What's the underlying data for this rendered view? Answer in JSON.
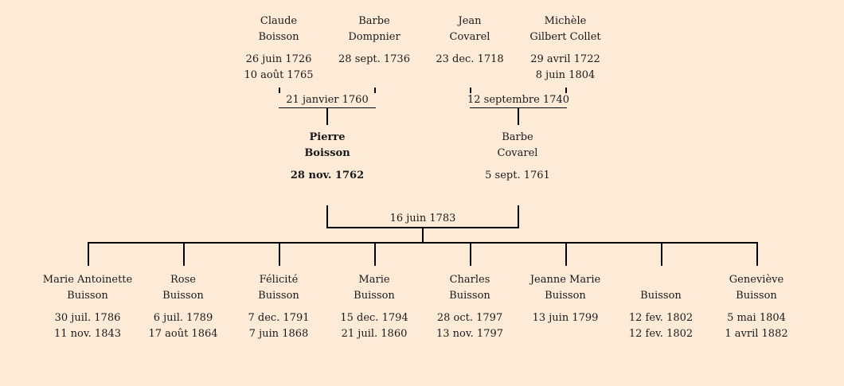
{
  "grandparents": [
    {
      "first": "Claude",
      "last": "Boisson",
      "birth": "26 juin 1726",
      "death": "10 août 1765"
    },
    {
      "first": "Barbe",
      "last": "Dompnier",
      "birth": "28 sept. 1736",
      "death": ""
    },
    {
      "first": "Jean",
      "last": "Covarel",
      "birth": "23 dec. 1718",
      "death": ""
    },
    {
      "first": "Michèle",
      "last": "Gilbert Collet",
      "birth": "29 avril 1722",
      "death": "8 juin 1804"
    }
  ],
  "marriages": {
    "paternal": "21 janvier 1760",
    "maternal": "12 septembre 1740",
    "parents": "16 juin 1783"
  },
  "parents": [
    {
      "first": "Pierre",
      "last": "Boisson",
      "birth": "28 nov. 1762",
      "death": ""
    },
    {
      "first": "Barbe",
      "last": "Covarel",
      "birth": "5 sept. 1761",
      "death": ""
    }
  ],
  "children": [
    {
      "first": "Marie Antoinette",
      "last": "Buisson",
      "birth": "30 juil. 1786",
      "death": "11 nov. 1843"
    },
    {
      "first": "Rose",
      "last": "Buisson",
      "birth": "6 juil. 1789",
      "death": "17 août 1864"
    },
    {
      "first": "Félicité",
      "last": "Buisson",
      "birth": "7 dec. 1791",
      "death": "7 juin 1868"
    },
    {
      "first": "Marie",
      "last": "Buisson",
      "birth": "15 dec. 1794",
      "death": "21 juil. 1860"
    },
    {
      "first": "Charles",
      "last": "Buisson",
      "birth": "28 oct. 1797",
      "death": "13 nov. 1797"
    },
    {
      "first": "Jeanne Marie",
      "last": "Buisson",
      "birth": "13 juin 1799",
      "death": ""
    },
    {
      "first": "",
      "last": "Buisson",
      "birth": "12 fev. 1802",
      "death": "12 fev. 1802"
    },
    {
      "first": "Geneviève",
      "last": "Buisson",
      "birth": "5 mai 1804",
      "death": "1 avril 1882"
    }
  ]
}
